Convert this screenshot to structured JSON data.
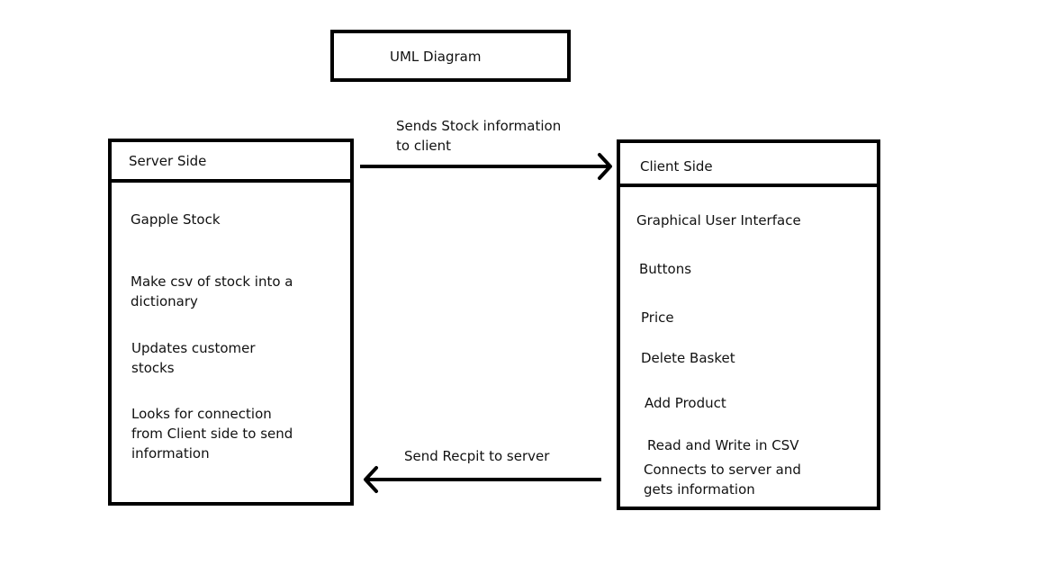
{
  "title": "UML Diagram",
  "server": {
    "header": "Server Side",
    "items": [
      "Gapple Stock",
      "Make csv of stock into a",
      "dictionary",
      "Updates customer",
      "stocks",
      "Looks for connection",
      "from Client side to send",
      "information"
    ]
  },
  "client": {
    "header": "Client Side",
    "items": [
      "Graphical User Interface",
      "Buttons",
      "Price",
      "Delete Basket",
      "Add Product",
      "Read and Write in CSV",
      "Connects to server and",
      "gets information"
    ]
  },
  "arrows": {
    "to_client_line1": "Sends Stock information",
    "to_client_line2": "to client",
    "to_server": "Send Recpit to server"
  }
}
